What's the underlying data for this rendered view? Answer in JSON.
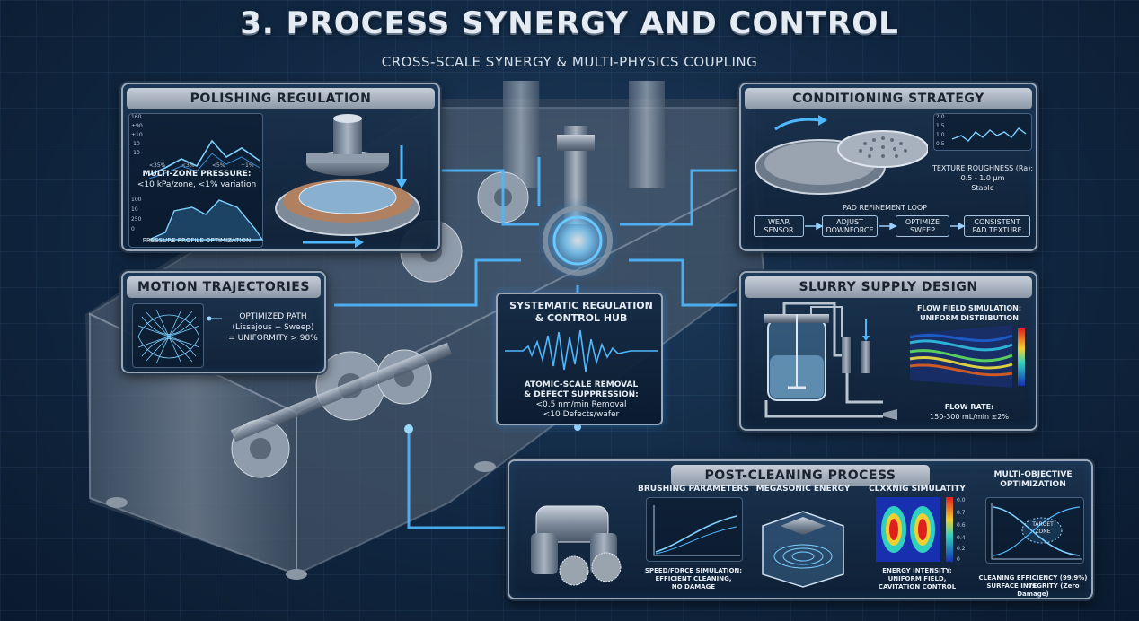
{
  "title": "3. PROCESS SYNERGY AND CONTROL",
  "subtitle": "CROSS-SCALE SYNERGY & MULTI-PHYSICS COUPLING",
  "polishing": {
    "heading": "POLISHING REGULATION",
    "top_axis_y": [
      "160",
      "+90",
      "+10",
      "-10",
      "-10"
    ],
    "top_axis_x": [
      "<35%",
      "<3%",
      "<5%",
      "+1%"
    ],
    "pressure_line1": "MULTI-ZONE PRESSURE:",
    "pressure_line2": "<10 kPa/zone, <1% variation",
    "bottom_axis_y": [
      "100",
      "10",
      "250",
      "0"
    ],
    "profile_label": "PRESSURE PROFILE OPTIMIZATION"
  },
  "conditioning": {
    "heading": "CONDITIONING STRATEGY",
    "axis_y": [
      "2.0",
      "1.5",
      "1.0",
      "0.5"
    ],
    "roughness_line1": "TEXTURE ROUGHNESS (Ra):",
    "roughness_line2": "0.5 - 1.0 µm",
    "roughness_line3": "Stable",
    "loop_label": "PAD REFINEMENT LOOP",
    "steps": [
      {
        "l1": "WEAR",
        "l2": "SENSOR"
      },
      {
        "l1": "ADJUST",
        "l2": "DOWNFORCE"
      },
      {
        "l1": "OPTIMIZE",
        "l2": "SWEEP"
      },
      {
        "l1": "CONSISTENT",
        "l2": "PAD TEXTURE"
      }
    ]
  },
  "motion": {
    "heading": "MOTION TRAJECTORIES",
    "line1": "OPTIMIZED PATH",
    "line2": "(Lissajous + Sweep)",
    "line3": "= UNIFORMITY > 98%"
  },
  "hub": {
    "line1": "SYSTEMATIC REGULATION",
    "line2": "& CONTROL HUB",
    "line3": "ATOMIC-SCALE REMOVAL",
    "line4": "& DEFECT SUPPRESSION:",
    "line5": "<0.5 nm/min Removal",
    "line6": "<10 Defects/wafer"
  },
  "slurry": {
    "heading": "SLURRY SUPPLY DESIGN",
    "flow_line1": "FLOW FIELD SIMULATION:",
    "flow_line2": "UNIFORM DISTRIBUTION",
    "rate_line1": "FLOW RATE:",
    "rate_line2": "150-300 mL/min ±2%"
  },
  "postclean": {
    "heading": "POST-CLEANING PROCESS",
    "brushing_title": "BRUSHING PARAMETERS",
    "brushing_l1": "SPEED/FORCE SIMULATION:",
    "brushing_l2": "EFFICIENT CLEANING,",
    "brushing_l3": "NO DAMAGE",
    "megasonic_title": "MEGASONIC ENERGY",
    "sim_title": "CLXXNIG SIMULATITY",
    "sim_scale": [
      "0.0",
      "0.7",
      "0.6",
      "0.4",
      "0.2",
      "0"
    ],
    "energy_l1": "ENERGY INTENSITY:",
    "energy_l2": "UNIFORM FIELD,",
    "energy_l3": "CAVITATION CONTROL",
    "multi_title1": "MULTI-OBJECTIVE",
    "multi_title2": "OPTIMIZATION",
    "target_l1": "TARGET",
    "target_l2": "ZONE",
    "tradeoff_l1": "CLEANING EFFICIENCY (99.9%) vs.",
    "tradeoff_l2": "SURFACE INTEGRITY (Zero Damage)"
  },
  "colors": {
    "accent_glow": "#4fb8ff",
    "panel_border": "#9aa8b8",
    "background": "#102640"
  }
}
